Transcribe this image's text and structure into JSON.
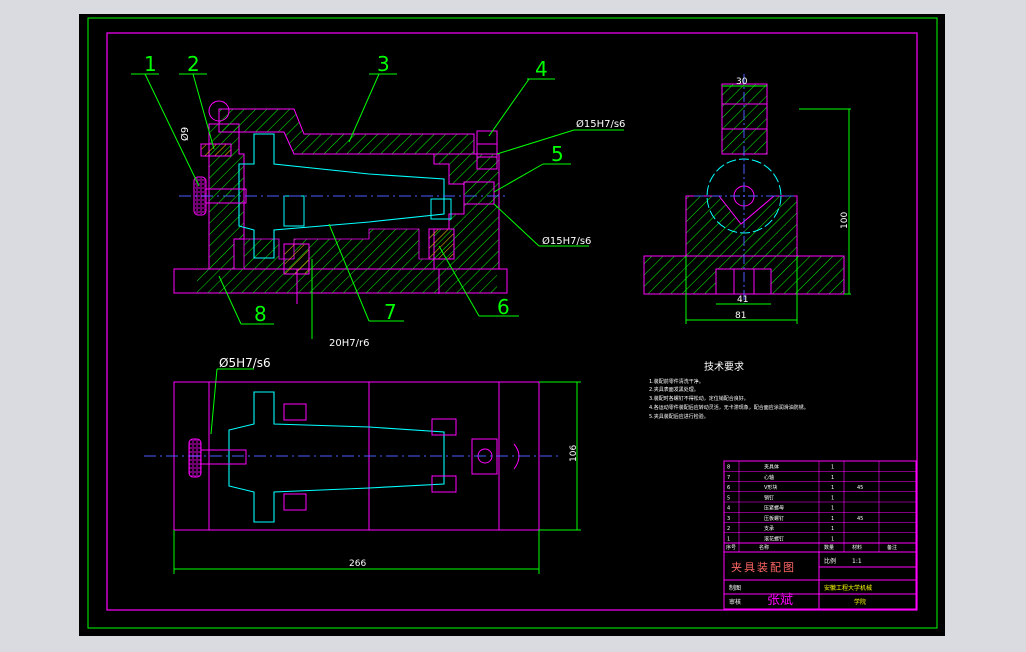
{
  "colors": {
    "background": "#000000",
    "frame": "#ff00ff",
    "outer_border": "#00ff00",
    "outline": "#ff00ff",
    "hidden_part": "#00ffff",
    "hatch": "#00ff00",
    "dimension": "#00ff00",
    "leader": "#00ff00",
    "center_line": "#4a5cff",
    "text": "#ffffff",
    "dim_text": "#ffff00"
  },
  "balloons": [
    "1",
    "2",
    "3",
    "4",
    "5",
    "6",
    "7",
    "8"
  ],
  "fits": {
    "fit_4": "Ø15H7/s6",
    "fit_6": "Ø15H7/s6",
    "fit_7": "20H7/r6",
    "fit_top_left": "Ø9",
    "fit_plan": "Ø5H7/s6"
  },
  "dimensions": {
    "width_side_top": "30",
    "height_side": "100",
    "width_side_inner": "41",
    "width_side_base": "81",
    "length_plan": "266",
    "width_plan": "106"
  },
  "tech_requirements": {
    "title": "技术要求",
    "lines": [
      "1.装配前零件清洗干净。",
      "2.夹具表面发黑处理。",
      "3.装配时各螺钉不得松动，定位销配合良好。",
      "4.各运动零件装配后应转动灵活，无卡滞现象，配合面应涂润滑油防锈。",
      "5.夹具装配后应进行检验。"
    ]
  },
  "title_block": {
    "drawing_title": "夹具装配图",
    "scale_label": "比例",
    "scale_value": "1:1",
    "drawn_label": "制图",
    "check_label": "审核",
    "signature": "张斌",
    "school": "安徽工程大学机械",
    "class_label": "学院"
  },
  "parts_list": {
    "rows": [
      {
        "no": "8",
        "name": "夹具体",
        "qty": "1",
        "material": "",
        "note": ""
      },
      {
        "no": "7",
        "name": "心轴",
        "qty": "1",
        "material": "",
        "note": ""
      },
      {
        "no": "6",
        "name": "V形块",
        "qty": "1",
        "material": "45",
        "note": ""
      },
      {
        "no": "5",
        "name": "销钉",
        "qty": "1",
        "material": "",
        "note": ""
      },
      {
        "no": "4",
        "name": "压紧螺母",
        "qty": "1",
        "material": "",
        "note": ""
      },
      {
        "no": "3",
        "name": "压板螺钉",
        "qty": "1",
        "material": "45",
        "note": ""
      },
      {
        "no": "2",
        "name": "支承",
        "qty": "1",
        "material": "",
        "note": ""
      },
      {
        "no": "1",
        "name": "滚花螺钉",
        "qty": "1",
        "material": "",
        "note": ""
      }
    ],
    "header": {
      "no": "序号",
      "name": "名称",
      "qty": "数量",
      "material": "材料",
      "note": "备注"
    }
  }
}
